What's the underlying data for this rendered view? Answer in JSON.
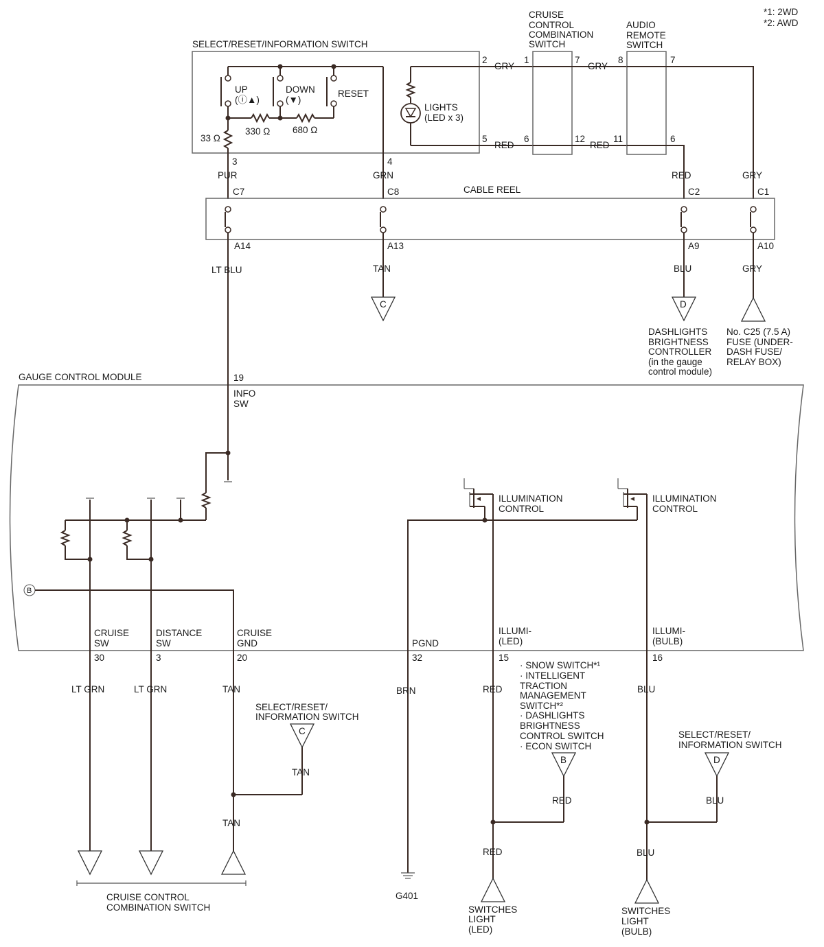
{
  "notes": {
    "n1": "*1: 2WD",
    "n2": "*2: AWD"
  },
  "components": {
    "srs_switch": "SELECT/RESET/INFORMATION SWITCH",
    "cruise_combo": [
      "CRUISE",
      "CONTROL",
      "COMBINATION",
      "SWITCH"
    ],
    "audio_remote": [
      "AUDIO",
      "REMOTE",
      "SWITCH"
    ],
    "cable_reel": "CABLE REEL",
    "gcm": "GAUGE CONTROL MODULE"
  },
  "switch_internals": {
    "up": "UP",
    "up_sym": "(ⓘ▲)",
    "down": "DOWN",
    "down_sym": "(▼)",
    "reset": "RESET",
    "lights": "LIGHTS",
    "lights_sub": "(LED x 3)",
    "r330": "330 Ω",
    "r680": "680 Ω",
    "r33": "33 Ω"
  },
  "pins": {
    "sw2": "2",
    "sw5": "5",
    "sw3": "3",
    "sw4": "4",
    "cc1": "1",
    "cc7": "7",
    "cc6": "6",
    "cc12": "12",
    "ar8": "8",
    "ar7": "7",
    "ar11": "11",
    "ar6": "6",
    "c7": "C7",
    "c8": "C8",
    "c2": "C2",
    "c1": "C1",
    "a14": "A14",
    "a13": "A13",
    "a9": "A9",
    "a10": "A10",
    "g19": "19",
    "g30": "30",
    "g3": "3",
    "g20": "20",
    "g32": "32",
    "g15": "15",
    "g16": "16"
  },
  "wire_colors": {
    "gry1": "GRY",
    "red1": "RED",
    "gry2": "GRY",
    "red2": "RED",
    "pur": "PUR",
    "grn": "GRN",
    "red_c2": "RED",
    "gry_c1": "GRY",
    "ltblu": "LT BLU",
    "tan_a13": "TAN",
    "blu_a9": "BLU",
    "gry_a10": "GRY",
    "ltgrn1": "LT GRN",
    "ltgrn2": "LT GRN",
    "tan1": "TAN",
    "brn": "BRN",
    "red_out": "RED",
    "blu_out": "BLU",
    "tan_c": "TAN",
    "tan2": "TAN",
    "red_b": "RED",
    "red3": "RED",
    "blu_d": "BLU",
    "blu3": "BLU"
  },
  "gcm_labels": {
    "info_sw": [
      "INFO",
      "SW"
    ],
    "cruise_sw": [
      "CRUISE",
      "SW"
    ],
    "distance_sw": [
      "DISTANCE",
      "SW"
    ],
    "cruise_gnd": [
      "CRUISE",
      "GND"
    ],
    "pgnd": "PGND",
    "illumi_led": [
      "ILLUMI-",
      "(LED)"
    ],
    "illumi_bulb": [
      "ILLUMI-",
      "(BULB)"
    ],
    "illum_ctrl1": [
      "ILLUMINATION",
      "CONTROL"
    ],
    "illum_ctrl2": [
      "ILLUMINATION",
      "CONTROL"
    ]
  },
  "connectors": {
    "b": "B",
    "c": "C",
    "d": "D",
    "b2": "B",
    "c2": "C",
    "d2": "D"
  },
  "destinations": {
    "dashlights": [
      "DASHLIGHTS",
      "BRIGHTNESS",
      "CONTROLLER",
      "(in the gauge",
      "control module)"
    ],
    "fuse": [
      "No. C25 (7.5 A)",
      "FUSE (UNDER-",
      "DASH FUSE/",
      "RELAY BOX)"
    ],
    "cruise_combo_bottom": [
      "CRUISE CONTROL",
      "COMBINATION SWITCH"
    ],
    "g401": "G401",
    "switches_led": [
      "SWITCHES",
      "LIGHT",
      "(LED)"
    ],
    "switches_bulb": [
      "SWITCHES",
      "LIGHT",
      "(BULB)"
    ],
    "srs_c": [
      "SELECT/RESET/",
      "INFORMATION SWITCH"
    ],
    "srs_d": [
      "SELECT/RESET/",
      "INFORMATION SWITCH"
    ],
    "switch_list": [
      "· SNOW SWITCH*¹",
      "· INTELLIGENT",
      "TRACTION",
      "MANAGEMENT",
      "SWITCH*²",
      "· DASHLIGHTS",
      "BRIGHTNESS",
      "CONTROL SWITCH",
      "· ECON SWITCH"
    ]
  }
}
